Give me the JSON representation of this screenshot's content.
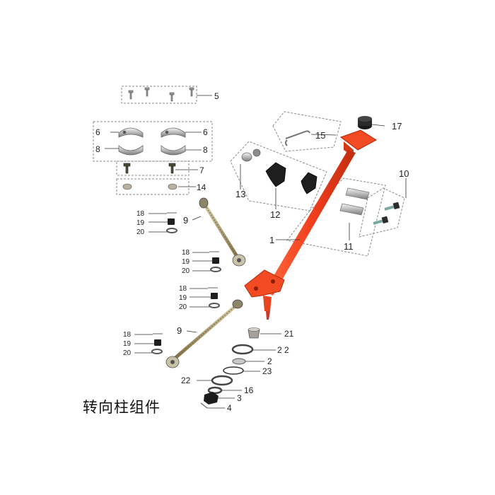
{
  "title": "转向柱组件",
  "callouts": {
    "c1": "1",
    "c2": "2",
    "c3": "3",
    "c4": "4",
    "c5": "5",
    "c6a": "6",
    "c6b": "6",
    "c7": "7",
    "c8a": "8",
    "c8b": "8",
    "c9a": "9",
    "c9b": "9",
    "c10": "10",
    "c11": "11",
    "c12": "12",
    "c13": "13",
    "c14": "14",
    "c15": "15",
    "c16": "16",
    "c17": "17",
    "c18a": "18",
    "c18b": "18",
    "c18c": "18",
    "c18d": "18",
    "c19a": "19",
    "c19b": "19",
    "c19c": "19",
    "c19d": "19",
    "c20a": "20",
    "c20b": "20",
    "c20c": "20",
    "c20d": "20",
    "c21": "21",
    "c22a": "2 2",
    "c22b": "22",
    "c23": "23"
  },
  "colors": {
    "column": "#f2401e",
    "column_dark": "#c22a0e",
    "metal": "#c9c9c9",
    "rod": "#a89868",
    "leader": "#333333",
    "box_line": "#888888"
  }
}
